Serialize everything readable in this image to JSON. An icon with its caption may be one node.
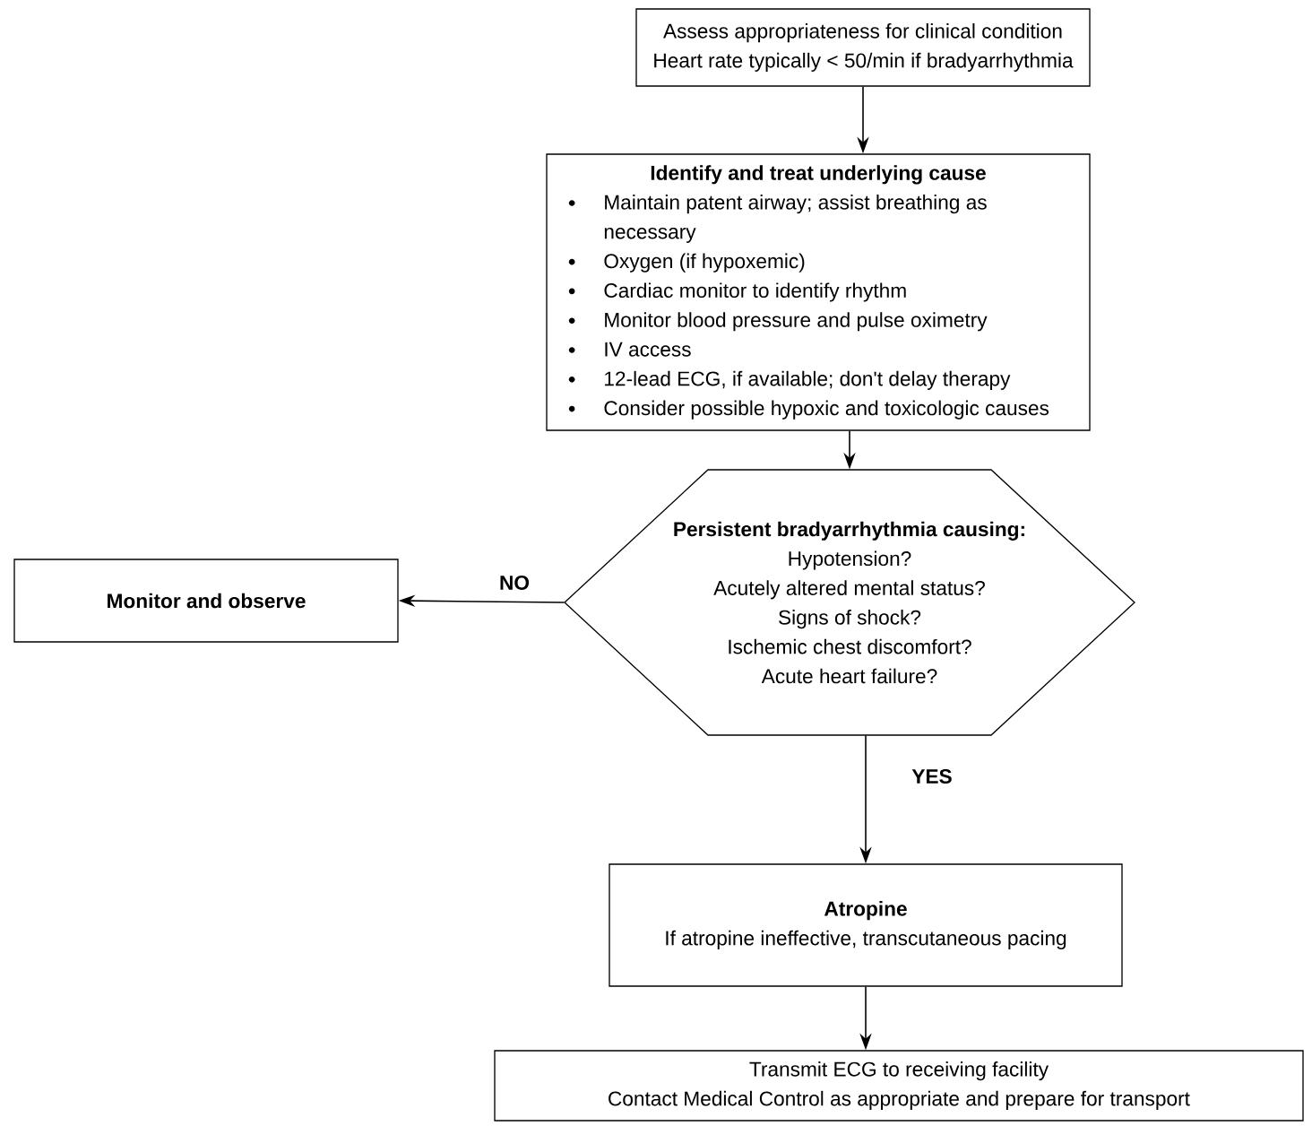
{
  "diagram": {
    "nodes": [
      {
        "text": [
          "Assess appropriateness for clinical condition",
          "Heart rate typically < 50/min if bradyarrhythmia"
        ]
      },
      {
        "text": [
          "Identify and treat underlying cause",
          "Maintain patent airway; assist breathing as necessary",
          "Oxygen (if hypoxemic)",
          "Cardiac monitor to identify rhythm",
          "Monitor blood pressure and pulse oximetry",
          "IV access",
          "12-lead ECG, if available; don't delay therapy",
          "Consider possible hypoxic and toxicologic causes"
        ]
      },
      {
        "text": [
          "Persistent bradyarrhythmia causing:",
          "Hypotension?",
          "Acutely altered mental status?",
          "Signs of shock?",
          "Ischemic chest discomfort?",
          "Acute heart failure?"
        ]
      },
      {
        "text": [
          "Monitor and observe"
        ]
      },
      {
        "text": [
          "Atropine",
          "If atropine ineffective, transcutaneous pacing"
        ]
      },
      {
        "text": [
          "Transmit ECG to receiving facility",
          "Contact Medical Control as appropriate and prepare for transport"
        ]
      }
    ],
    "edges": [
      {
        "from": 0,
        "to": 1,
        "arrow": "to"
      },
      {
        "from": 1,
        "to": 2,
        "arrow": "to"
      },
      {
        "from": 2,
        "to": 3,
        "arrow": "to",
        "label": "NO"
      },
      {
        "from": 2,
        "to": 4,
        "arrow": "to",
        "label": "YES"
      },
      {
        "from": 4,
        "to": 5,
        "arrow": "to"
      }
    ]
  }
}
